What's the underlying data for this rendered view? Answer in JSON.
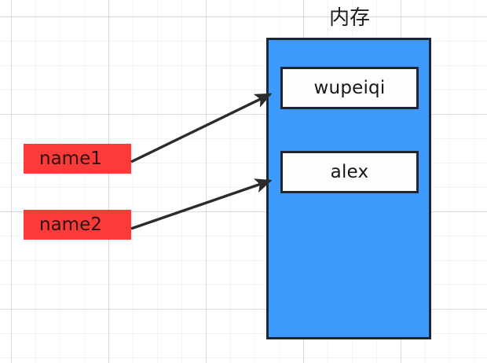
{
  "diagram": {
    "title": "内存",
    "memory_container": {
      "name": "memory-block",
      "fill_color": "#3d99fb",
      "border_color": "#1f2733"
    },
    "values": [
      {
        "label": "wupeiqi",
        "fill_color": "#fdfdfb",
        "border_color": "#1f2733"
      },
      {
        "label": "alex",
        "fill_color": "#fdfdfb",
        "border_color": "#1f2733"
      }
    ],
    "variables": [
      {
        "label": "name1",
        "fill_color": "#fd3a3a",
        "points_to": "wupeiqi"
      },
      {
        "label": "name2",
        "fill_color": "#fd3a3a",
        "points_to": "alex"
      }
    ],
    "arrows": [
      {
        "name": "arrow-name1-to-wupeiqi",
        "from": "name1",
        "to": "wupeiqi",
        "color": "#2b2b2b"
      },
      {
        "name": "arrow-name2-to-alex",
        "from": "name2",
        "to": "alex",
        "color": "#2b2b2b"
      }
    ],
    "background": {
      "color": "#ffffff",
      "grid_color": "#e8e8e8"
    }
  }
}
